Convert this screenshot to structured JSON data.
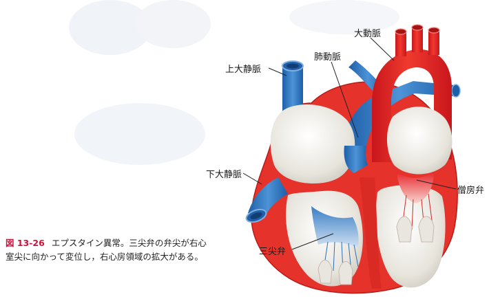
{
  "labels": {
    "aorta": "大動脈",
    "pulmonary_artery": "肺動脈",
    "superior_vena_cava": "上大静脈",
    "inferior_vena_cava": "下大静脈",
    "mitral_valve": "僧房弁",
    "tricuspid_valve": "三尖弁"
  },
  "caption": {
    "figure_number": "図 13-26",
    "text": "エプスタイン異常。三尖弁の弁尖が右心室尖に向かって変位し，右心房領域の拡大がある。"
  },
  "colors": {
    "caption_accent": "#c8143c",
    "arterial_red": "#e8262b",
    "venous_blue": "#2f77c2",
    "chamber_white": "#eceae4",
    "background_blob": "#eef2f7"
  }
}
